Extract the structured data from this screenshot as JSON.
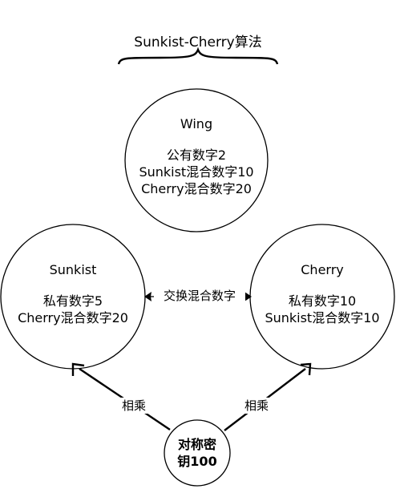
{
  "title": "Sunkist-Cherry算法",
  "nodes": {
    "wing": {
      "name": "Wing",
      "lines": [
        "公有数字2",
        "Sunkist混合数字10",
        "Cherry混合数字20"
      ]
    },
    "sunkist": {
      "name": "Sunkist",
      "lines": [
        "私有数字5",
        "Cherry混合数字20"
      ]
    },
    "cherry": {
      "name": "Cherry",
      "lines": [
        "私有数字10",
        "Sunkist混合数字10"
      ]
    },
    "key": {
      "line1": "对称密",
      "line2": "钥100"
    }
  },
  "edges": {
    "exchange": "交换混合数字",
    "multiply_left": "相乘",
    "multiply_right": "相乘"
  }
}
